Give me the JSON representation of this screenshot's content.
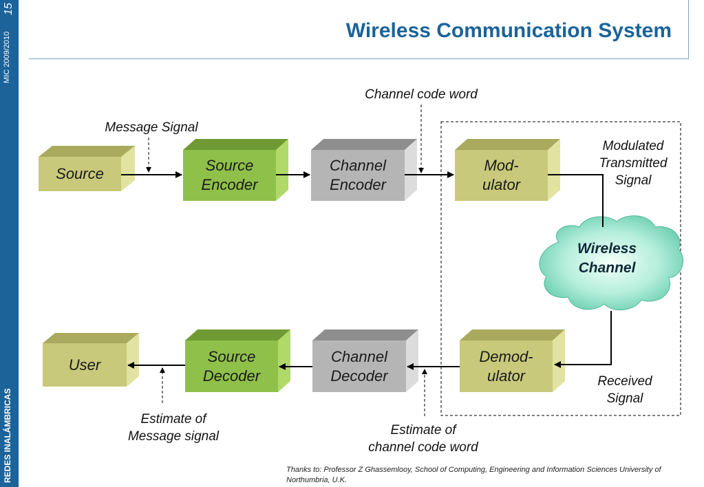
{
  "sidebar": {
    "page_number": "15",
    "course": "MIC 2009/2010",
    "subject": "REDES INALÁMBRICAS"
  },
  "header": {
    "title": "Wireless Communication System"
  },
  "blocks": {
    "source": "Source",
    "source_encoder": [
      "Source",
      "Encoder"
    ],
    "channel_encoder": [
      "Channel",
      "Encoder"
    ],
    "modulator": [
      "Mod-",
      "ulator"
    ],
    "wireless_channel": [
      "Wireless",
      "Channel"
    ],
    "demodulator": [
      "Demod-",
      "ulator"
    ],
    "channel_decoder": [
      "Channel",
      "Decoder"
    ],
    "source_decoder": [
      "Source",
      "Decoder"
    ],
    "user": "User"
  },
  "annotations": {
    "message_signal": "Message Signal",
    "channel_code_word": "Channel code word",
    "modulated_signal": [
      "Modulated",
      "Transmitted",
      "Signal"
    ],
    "received_signal": [
      "Received",
      "Signal"
    ],
    "estimate_code_word": [
      "Estimate of",
      "channel code word"
    ],
    "estimate_message": [
      "Estimate of",
      "Message signal"
    ]
  },
  "credit": "Thanks to: Professor Z Ghassemlooy, School of Computing, Engineering and Information Sciences University of Northumbria, U.K.",
  "colors": {
    "brand_blue": "#1b6399",
    "olive_block": "#c8c97a",
    "green_block": "#8fc04a",
    "gray_block": "#b5b5b5",
    "cloud": "#8fe0c8"
  }
}
